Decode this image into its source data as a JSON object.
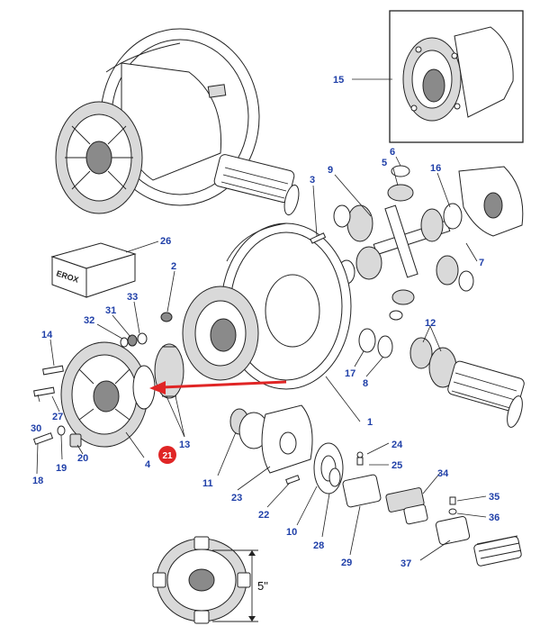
{
  "corner_fragment": "",
  "callouts": [
    {
      "id": "c15",
      "text": "15"
    },
    {
      "id": "c6",
      "text": "6"
    },
    {
      "id": "c5",
      "text": "5"
    },
    {
      "id": "c9",
      "text": "9"
    },
    {
      "id": "c16",
      "text": "16"
    },
    {
      "id": "c3",
      "text": "3"
    },
    {
      "id": "c26",
      "text": "26"
    },
    {
      "id": "c7",
      "text": "7"
    },
    {
      "id": "c2",
      "text": "2"
    },
    {
      "id": "c33",
      "text": "33"
    },
    {
      "id": "c31",
      "text": "31"
    },
    {
      "id": "c32",
      "text": "32"
    },
    {
      "id": "c12",
      "text": "12"
    },
    {
      "id": "c14",
      "text": "14"
    },
    {
      "id": "c17",
      "text": "17"
    },
    {
      "id": "c8",
      "text": "8"
    },
    {
      "id": "c27",
      "text": "27"
    },
    {
      "id": "c30",
      "text": "30"
    },
    {
      "id": "c1",
      "text": "1"
    },
    {
      "id": "c13",
      "text": "13"
    },
    {
      "id": "c19",
      "text": "19"
    },
    {
      "id": "c20",
      "text": "20"
    },
    {
      "id": "c4",
      "text": "4"
    },
    {
      "id": "c18",
      "text": "18"
    },
    {
      "id": "c24",
      "text": "24"
    },
    {
      "id": "c25",
      "text": "25"
    },
    {
      "id": "c11",
      "text": "11"
    },
    {
      "id": "c23",
      "text": "23"
    },
    {
      "id": "c34",
      "text": "34"
    },
    {
      "id": "c22",
      "text": "22"
    },
    {
      "id": "c35",
      "text": "35"
    },
    {
      "id": "c36",
      "text": "36"
    },
    {
      "id": "c10",
      "text": "10"
    },
    {
      "id": "c28",
      "text": "28"
    },
    {
      "id": "c29",
      "text": "29"
    },
    {
      "id": "c37",
      "text": "37"
    }
  ],
  "highlight": {
    "text": "21",
    "color": "#e02525"
  },
  "arrow_color": "#e02525",
  "callout_color": "#1f3fa8",
  "box_label": "EROX",
  "dimension_label": "5\""
}
